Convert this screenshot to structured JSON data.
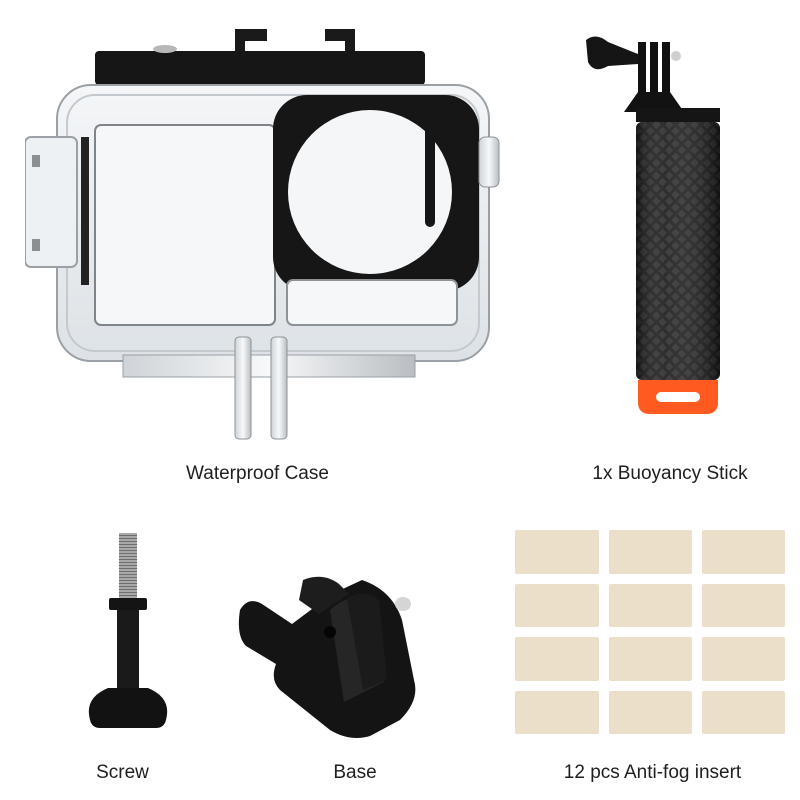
{
  "products": [
    {
      "id": "waterproof-case",
      "label": "Waterproof Case"
    },
    {
      "id": "buoyancy-stick",
      "label": "1x Buoyancy Stick"
    },
    {
      "id": "screw",
      "label": "Screw"
    },
    {
      "id": "base",
      "label": "Base"
    },
    {
      "id": "anti-fog-insert",
      "label": "12 pcs Anti-fog insert",
      "count": 12,
      "grid": {
        "rows": 4,
        "cols": 3
      }
    }
  ],
  "colors": {
    "background": "#ffffff",
    "label_text": "#1e1e1e",
    "accessory_black": "#141414",
    "float_orange": "#ff5a1f",
    "anti_fog_beige": "#ecdfca",
    "case_clear": "#e9edf0"
  }
}
